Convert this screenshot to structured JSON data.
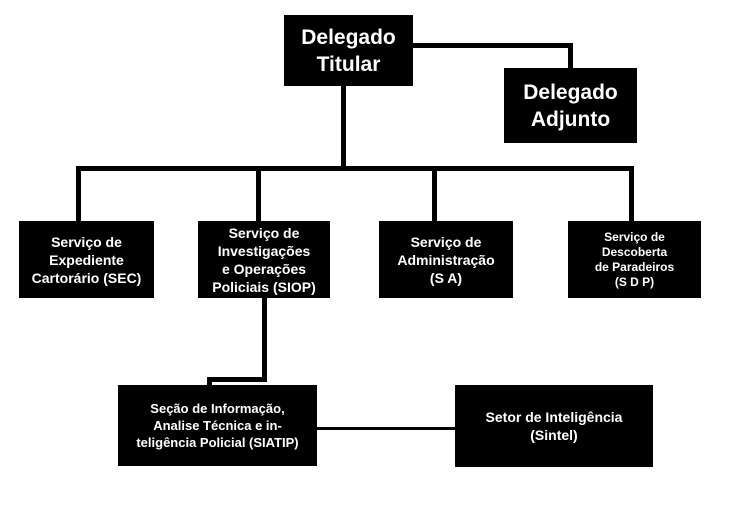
{
  "nodes": {
    "delegado_titular": [
      "Delegado",
      "Titular"
    ],
    "delegado_adjunto": [
      "Delegado",
      "Adjunto"
    ],
    "sec": [
      "Serviço de",
      "Expediente",
      "Cartorário (SEC)"
    ],
    "siop": [
      "Serviço de",
      "Investigações",
      "e Operações",
      "Policiais (SIOP)"
    ],
    "sa": [
      "Serviço de",
      "Administração",
      "(S A)"
    ],
    "sdp": [
      "Serviço de",
      "Descoberta",
      "de Paradeiros",
      "(S D P)"
    ],
    "siatip": [
      "Seção de Informação,",
      "Analise Técnica e in-",
      "teligência Policial (SIATIP)"
    ],
    "sintel": [
      "Setor de Inteligência",
      "(Sintel)"
    ]
  }
}
